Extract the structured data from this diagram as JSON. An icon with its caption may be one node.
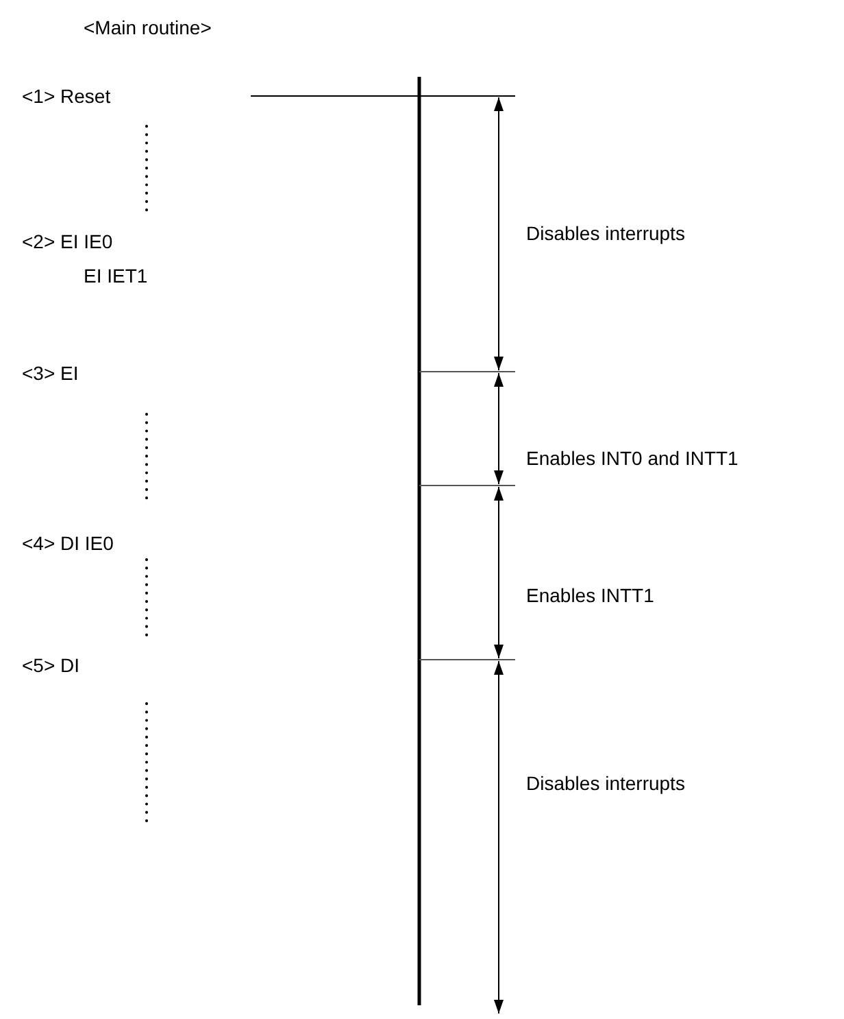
{
  "diagram": {
    "title": "<Main routine>",
    "labels": [
      "<1> Reset",
      "Disables interrupts",
      "<2> EI IE0",
      "EI IET1",
      "<3> EI",
      "Enables INT0 and INTT1",
      "<4> DI IE0",
      "Enables INTT1",
      "<5> DI",
      "Disables interrupts"
    ]
  }
}
